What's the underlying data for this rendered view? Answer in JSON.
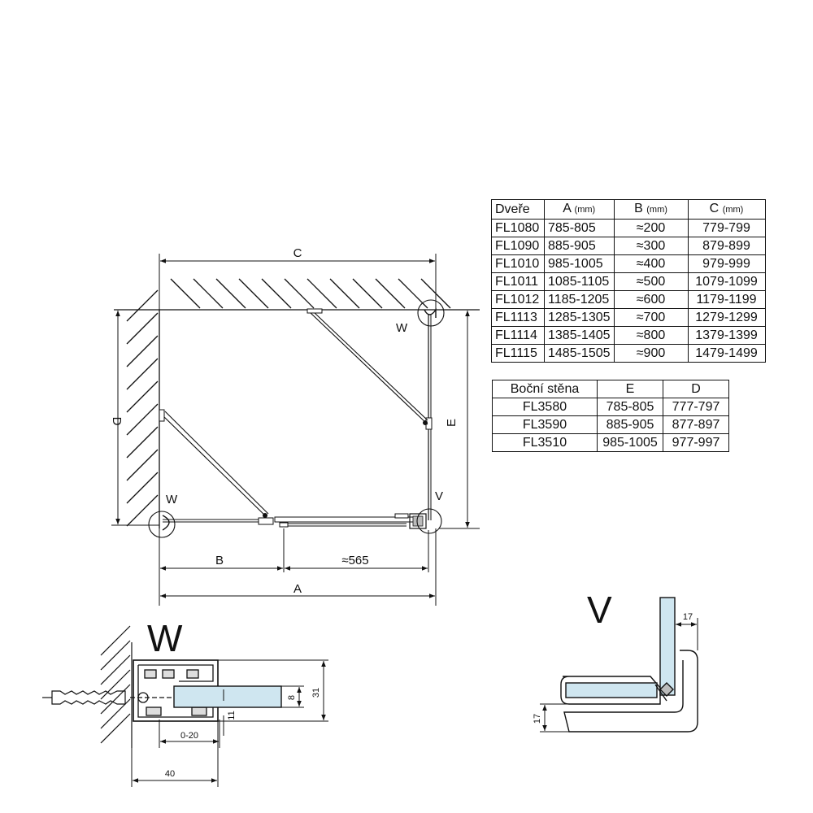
{
  "drawing": {
    "dim_labels": {
      "C": "C",
      "D": "D",
      "E": "E",
      "B": "B",
      "A": "A",
      "door_width": "≈565"
    },
    "callouts": {
      "W_top": "W",
      "W_left": "W",
      "V": "V"
    },
    "detail_W": {
      "title": "W",
      "dims": [
        "31",
        "11",
        "8",
        "0-20",
        "40"
      ]
    },
    "detail_V": {
      "title": "V",
      "dims": [
        "17",
        "17"
      ]
    }
  },
  "doors_table": {
    "headers": [
      {
        "label": "Dveře",
        "unit": ""
      },
      {
        "label": "A",
        "unit": "(mm)"
      },
      {
        "label": "B",
        "unit": "(mm)"
      },
      {
        "label": "C",
        "unit": "(mm)"
      }
    ],
    "rows": [
      [
        "FL1080",
        "785-805",
        "≈200",
        "779-799"
      ],
      [
        "FL1090",
        "885-905",
        "≈300",
        "879-899"
      ],
      [
        "FL1010",
        "985-1005",
        "≈400",
        "979-999"
      ],
      [
        "FL1011",
        "1085-1105",
        "≈500",
        "1079-1099"
      ],
      [
        "FL1012",
        "1185-1205",
        "≈600",
        "1179-1199"
      ],
      [
        "FL1113",
        "1285-1305",
        "≈700",
        "1279-1299"
      ],
      [
        "FL1114",
        "1385-1405",
        "≈800",
        "1379-1399"
      ],
      [
        "FL1115",
        "1485-1505",
        "≈900",
        "1479-1499"
      ]
    ]
  },
  "side_table": {
    "headers": [
      "Boční stěna",
      "E",
      "D"
    ],
    "rows": [
      [
        "FL3580",
        "785-805",
        "777-797"
      ],
      [
        "FL3590",
        "885-905",
        "877-897"
      ],
      [
        "FL3510",
        "985-1005",
        "977-997"
      ]
    ]
  }
}
